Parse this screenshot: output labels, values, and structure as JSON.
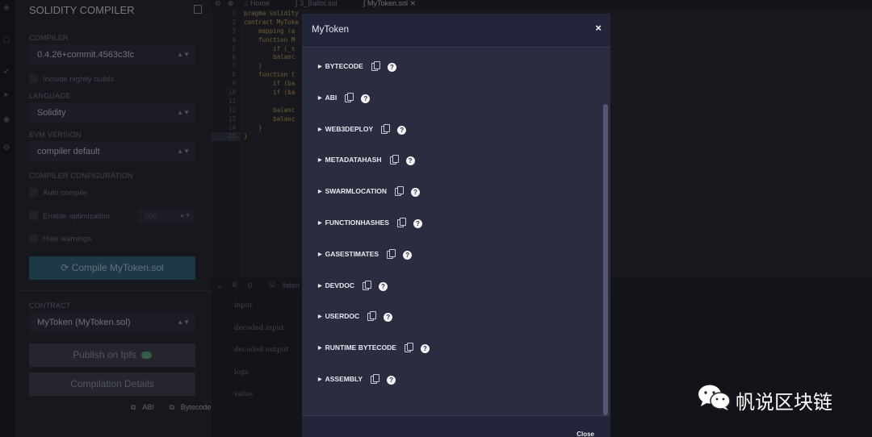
{
  "panel": {
    "title": "SOLIDITY COMPILER",
    "compiler_label": "COMPILER",
    "compiler_version": "0.4.26+commit.4563c3fc",
    "nightly_label": "Include nightly builds",
    "language_label": "LANGUAGE",
    "language_value": "Solidity",
    "evm_label": "EVM VERSION",
    "evm_value": "compiler default",
    "config_label": "COMPILER CONFIGURATION",
    "auto_compile": "Auto compile",
    "enable_optimization": "Enable optimization",
    "runs_value": "200",
    "hide_warnings": "Hide warnings",
    "compile_button": "Compile MyToken.sol",
    "contract_label": "CONTRACT",
    "contract_value": "MyToken (MyToken.sol)",
    "publish_button": "Publish on Ipfs",
    "details_button": "Compilation Details",
    "abi_link": "ABI",
    "bytecode_link": "Bytecode"
  },
  "tabs": {
    "home": "Home",
    "ballot": "3_Ballot.sol",
    "mytoken": "MyToken.sol"
  },
  "editor": {
    "lines": [
      "1",
      "2",
      "3",
      "4",
      "5",
      "6",
      "7",
      "8",
      "9",
      "10",
      "11",
      "12",
      "13",
      "14",
      "15"
    ],
    "code": [
      "pragma solidity",
      "contract MyToke",
      "    mapping (a",
      "    function M",
      "        if (_s",
      "        balanc",
      "    }",
      "    function t",
      "        if (ba",
      "        if (ba",
      "",
      "        balanc",
      "        balanc",
      "    }",
      "}"
    ]
  },
  "terminal": {
    "count": "0",
    "listen": "listen",
    "rows": [
      "input",
      "decoded input",
      "decoded output",
      "logs",
      "value"
    ]
  },
  "modal": {
    "title": "MyToken",
    "items": [
      "BYTECODE",
      "ABI",
      "WEB3DEPLOY",
      "METADATAHASH",
      "SWARMLOCATION",
      "FUNCTIONHASHES",
      "GASESTIMATES",
      "DEVDOC",
      "USERDOC",
      "RUNTIME BYTECODE",
      "ASSEMBLY"
    ],
    "close_label": "Close",
    "close_x": "×"
  },
  "watermark": {
    "text": "帆说区块链"
  }
}
